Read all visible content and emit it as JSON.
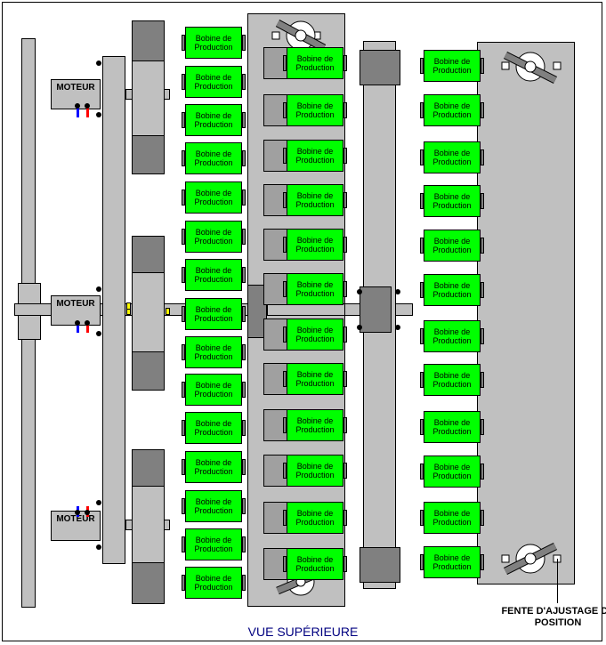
{
  "title": "VUE SUPÉRIEURE",
  "motor_label": "MOTEUR",
  "coil_label": "Bobine de Production",
  "slot_label": "FENTE D'AJUSTAGE DE POSITION",
  "motors": [
    {
      "id": "moteur-1",
      "label": "MOTEUR"
    },
    {
      "id": "moteur-2",
      "label": "MOTEUR"
    },
    {
      "id": "moteur-3",
      "label": "MOTEUR"
    }
  ],
  "coil_columns": [
    {
      "name": "colonne-gauche",
      "count": 15
    },
    {
      "name": "colonne-centre",
      "count": 12
    },
    {
      "name": "colonne-droite",
      "count": 12
    }
  ],
  "colors": {
    "coil": "#00ff00",
    "frame": "#c0c0c0",
    "magnet": "#808080",
    "caption": "#000080",
    "wire_blue": "#0000ff",
    "wire_red": "#ff0000"
  }
}
